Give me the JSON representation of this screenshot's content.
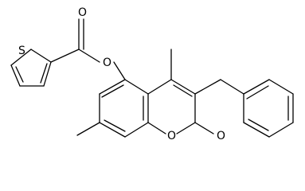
{
  "molecule": {
    "atoms": {
      "thiophene_sulfur": "S",
      "carbonyl_oxygen_ester": "O",
      "ester_oxygen": "O",
      "ring_oxygen": "O",
      "lactone_carbonyl_oxygen": "O"
    }
  }
}
